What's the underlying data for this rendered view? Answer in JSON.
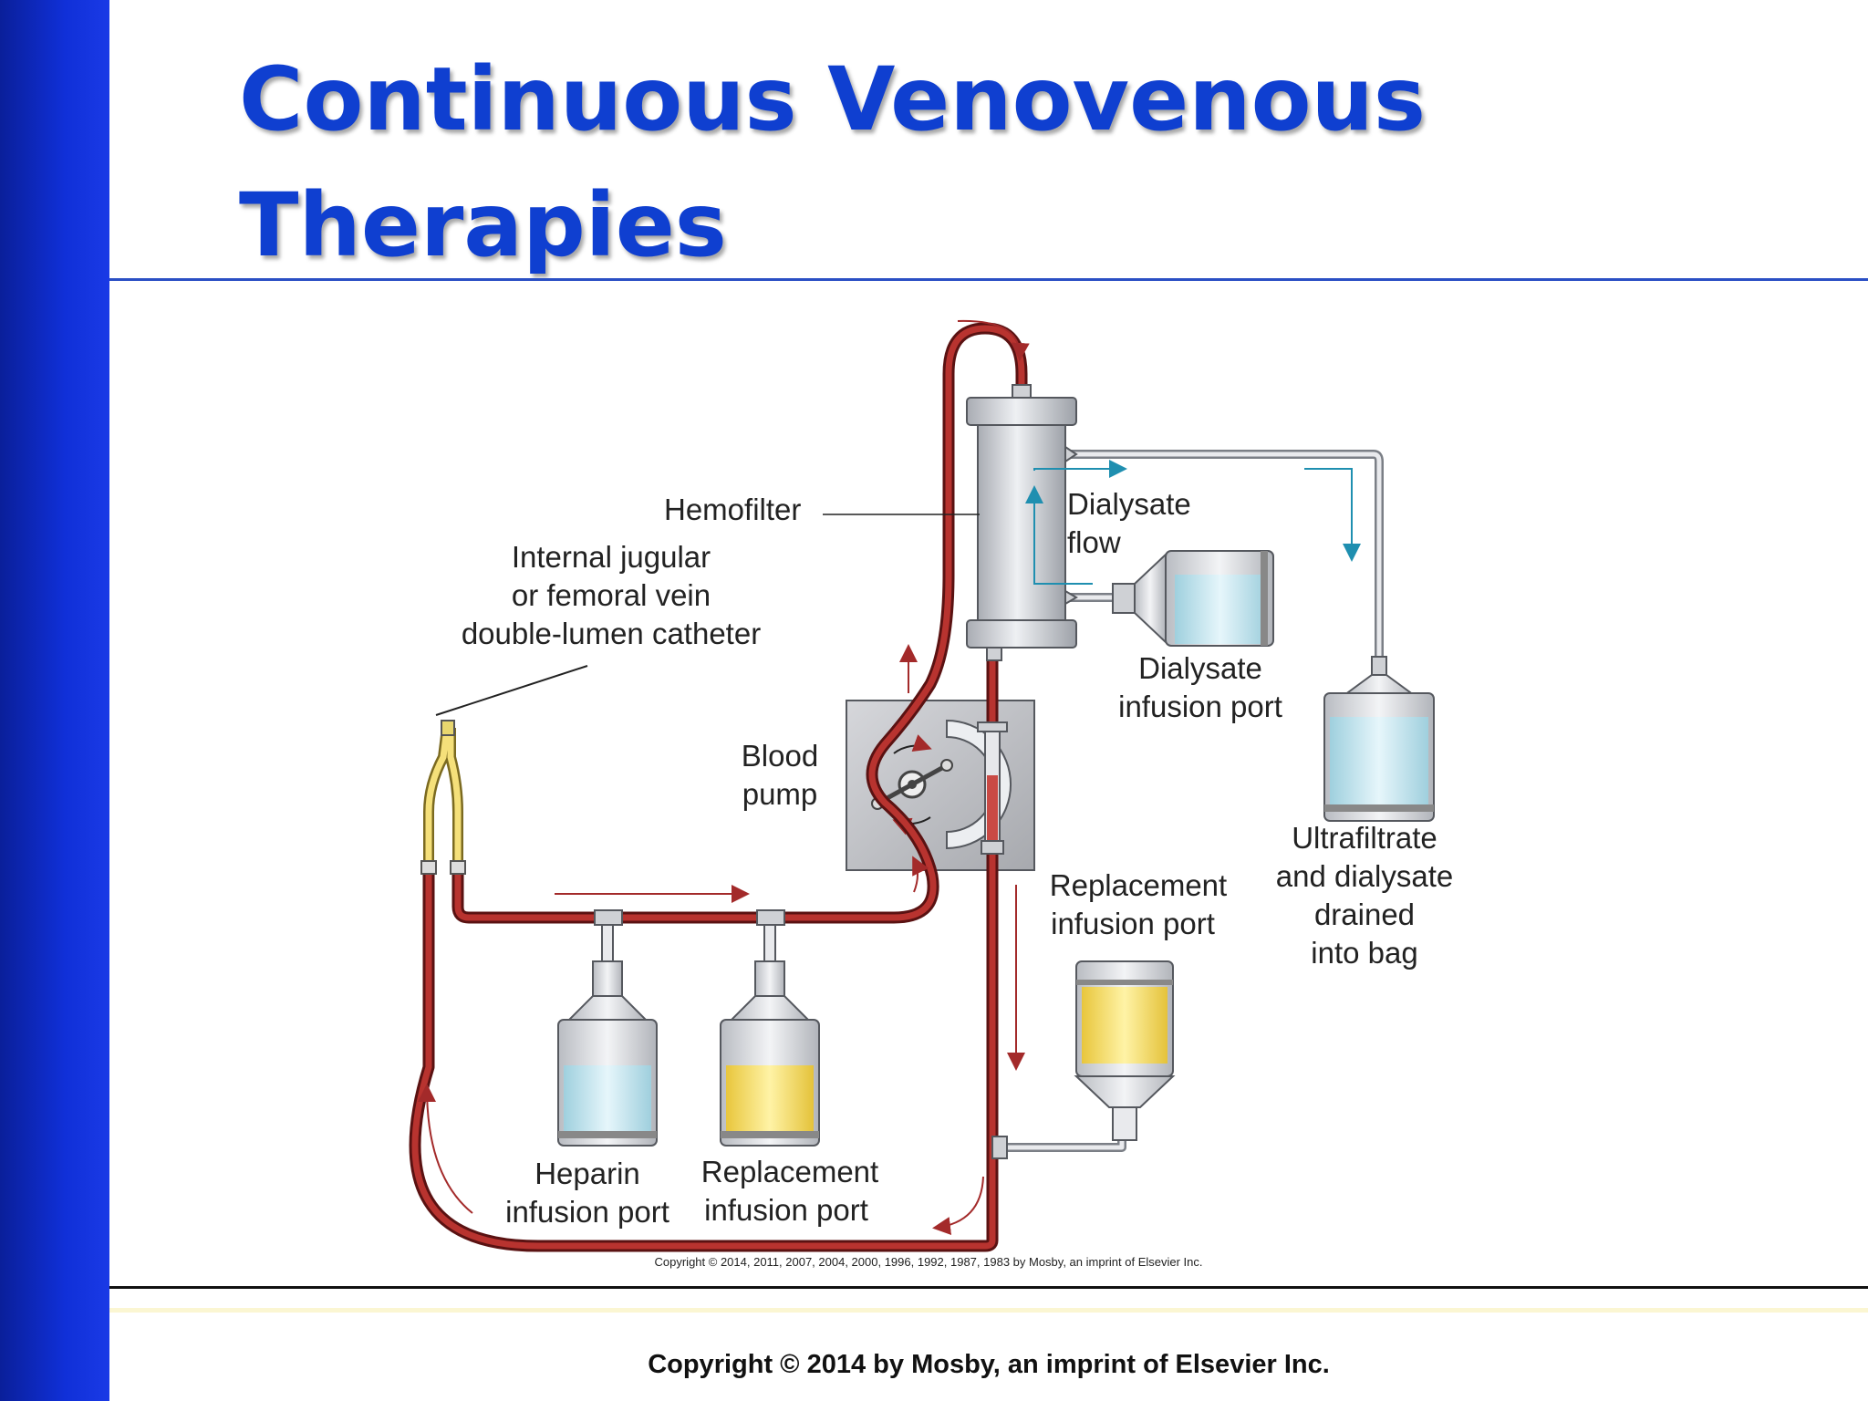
{
  "slide": {
    "title_line1": "Continuous Venovenous",
    "title_line2": "Therapies",
    "footer_copyright": "Copyright © 2014 by Mosby, an imprint of Elsevier Inc."
  },
  "diagram": {
    "labels": {
      "hemofilter": "Hemofilter",
      "catheter_l1": "Internal jugular",
      "catheter_l2": "or femoral vein",
      "catheter_l3": "double-lumen catheter",
      "dialysate_flow_l1": "Dialysate",
      "dialysate_flow_l2": "flow",
      "dialysate_port_l1": "Dialysate",
      "dialysate_port_l2": "infusion port",
      "blood_pump_l1": "Blood",
      "blood_pump_l2": "pump",
      "replacement_right_l1": "Replacement",
      "replacement_right_l2": "infusion port",
      "ultrafiltrate_l1": "Ultrafiltrate",
      "ultrafiltrate_l2": "and dialysate",
      "ultrafiltrate_l3": "drained",
      "ultrafiltrate_l4": "into bag",
      "heparin_l1": "Heparin",
      "heparin_l2": "infusion port",
      "replacement_bottom_l1": "Replacement",
      "replacement_bottom_l2": "infusion port"
    },
    "figure_copyright": "Copyright © 2014, 2011, 2007, 2004, 2000, 1996, 1992, 1987, 1983 by Mosby, an imprint of Elsevier Inc.",
    "colors": {
      "blood_line": "#a32a2a",
      "dialysate_line": "#1f8fb0",
      "device_gray": "#c9cbd0",
      "fluid_clear": "#bfe3ee",
      "fluid_yellow": "#f3df6a"
    }
  }
}
